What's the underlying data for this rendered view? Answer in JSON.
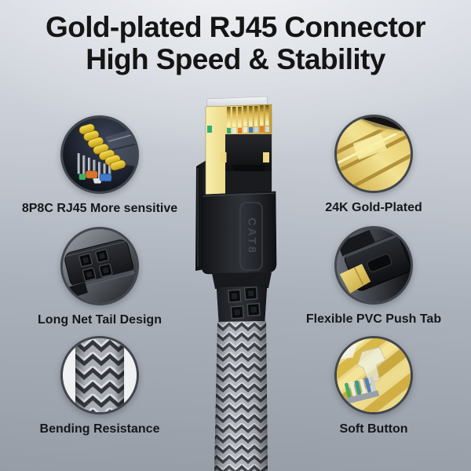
{
  "title": {
    "line1": "Gold-plated RJ45 Connector",
    "line2": "High Speed & Stability"
  },
  "center": {
    "marking": "CAT8",
    "description": "Braided flat Cat8 ethernet cable with gold-plated shielded RJ45 connector"
  },
  "features": {
    "left": [
      {
        "id": "8p8c",
        "icon": "rj45-pins-photo",
        "label": "8P8C RJ45 More sensitive"
      },
      {
        "id": "net-tail",
        "icon": "net-tail-photo",
        "label": "Long Net Tail Design"
      },
      {
        "id": "bending",
        "icon": "braided-cable-photo",
        "label": "Bending Resistance"
      }
    ],
    "right": [
      {
        "id": "gold-plated",
        "icon": "gold-contacts-photo",
        "label": "24K Gold-Plated"
      },
      {
        "id": "push-tab",
        "icon": "push-tab-photo",
        "label": "Flexible PVC Push Tab"
      },
      {
        "id": "soft-button",
        "icon": "soft-button-photo",
        "label": "Soft Button"
      }
    ]
  },
  "colors": {
    "background_top": "#dadee5",
    "background_bottom": "#979da6",
    "title_text": "#151515",
    "label_text": "#15171a",
    "gold": "#e9cf6e",
    "black_plastic": "#1b1d21",
    "braid_light": "#c3c8cf",
    "braid_dark": "#3b3e44"
  }
}
